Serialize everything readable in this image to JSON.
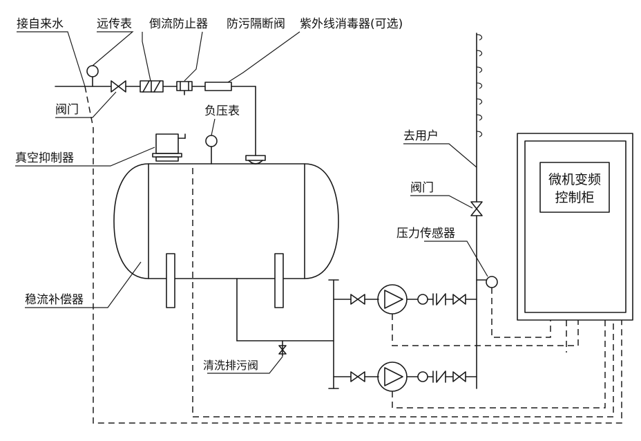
{
  "labels": {
    "water_inlet": "接自来水",
    "remote_meter": "远传表",
    "backflow_preventer": "倒流防止器",
    "isolation_valve": "防污隔断阀",
    "uv_sterilizer": "紫外线消毒器(可选)",
    "valve_top": "阀门",
    "negative_gauge": "负压表",
    "vacuum_suppressor": "真空抑制器",
    "to_user": "去用户",
    "valve_right": "阀门",
    "pressure_sensor": "压力传感器",
    "tank": "稳流补偿器",
    "drain_valve": "清洗排污阀"
  },
  "control_cabinet": {
    "line1": "微机变频",
    "line2": "控制柜"
  }
}
